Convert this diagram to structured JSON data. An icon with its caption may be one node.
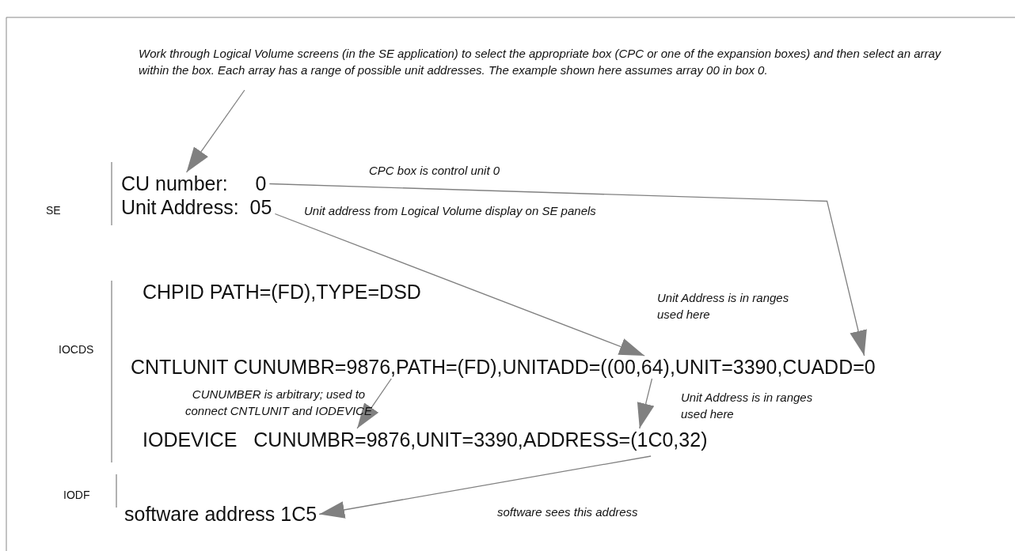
{
  "diagram": {
    "nodes": [
      {
        "text": [
          "Work through Logical Volume screens (in the SE application) to select the appropriate box (CPC or one of the expansion boxes) and then select an array within the box.  Each array has a range of possible unit addresses.  The example shown here assumes array 00 in box 0."
        ]
      },
      {
        "text": [
          "CU number:     0"
        ]
      },
      {
        "text": [
          "Unit Address:  05"
        ]
      },
      {
        "text": [
          "CNTLUNIT CUNUMBR=9876,PATH=(FD),UNITADD=((00,64),UNIT=3390,CUADD=0"
        ]
      },
      {
        "text": [
          "IODEVICE   CUNUMBR=9876,UNIT=3390,ADDRESS=(1C0,32)"
        ]
      },
      {
        "text": [
          "software address 1C5"
        ]
      }
    ],
    "edges": [
      {
        "from": 0,
        "to": 1,
        "arrow": "to"
      },
      {
        "from": 1,
        "to": 3,
        "arrow": "to",
        "label": "CPC box is control unit 0"
      },
      {
        "from": 2,
        "to": 3,
        "arrow": "to",
        "label": "Unit address from Logical Volume display on SE panels"
      },
      {
        "from": 3,
        "to": 4,
        "arrow": "to",
        "label": "CUNUMBER is arbitrary; used to connect CNTLUNIT and IODEVICE"
      },
      {
        "from": 3,
        "to": 4,
        "arrow": "to",
        "label": "Unit Address is in ranges used here"
      },
      {
        "from": 4,
        "to": 5,
        "arrow": "to",
        "label": "software sees this address"
      }
    ],
    "labels": [
      "SE",
      "CHPID PATH=(FD),TYPE=DSD",
      "Unit Address is in ranges used here",
      "IOCDS",
      "IODF"
    ]
  }
}
